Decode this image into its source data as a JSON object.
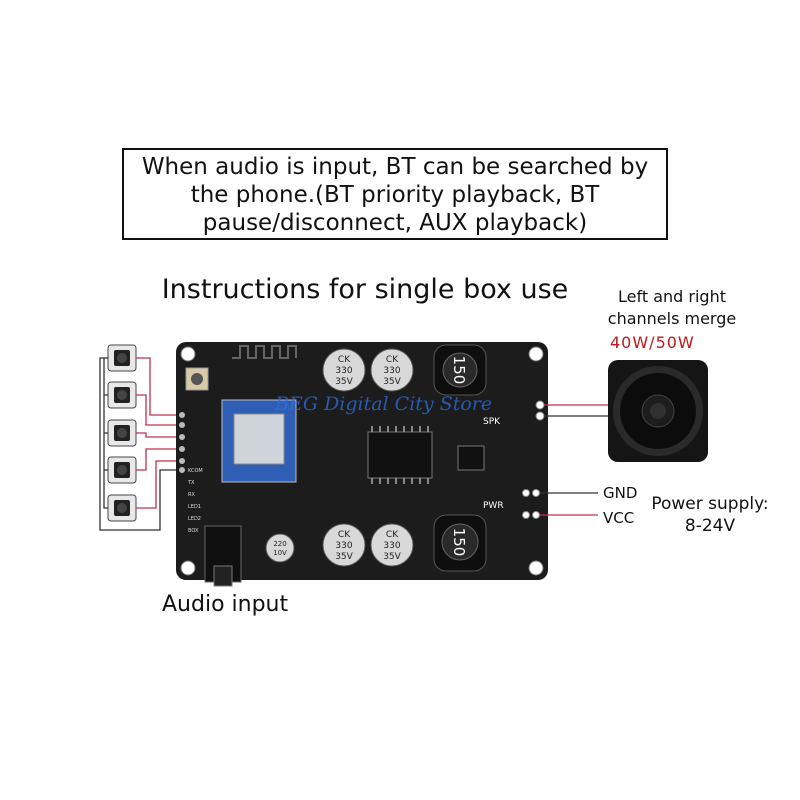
{
  "notice": {
    "line1": "When audio is input, BT can be searched by",
    "line2": "the phone.(BT priority playback, BT",
    "line3": "pause/disconnect, AUX playback)"
  },
  "title": "Instructions for single box use",
  "speaker": {
    "caption_line1": "Left and right",
    "caption_line2": "channels merge",
    "power_rating": "40W/50W"
  },
  "power": {
    "gnd_label": "GND",
    "vcc_label": "VCC",
    "supply_line1": "Power supply:",
    "supply_line2": "8-24V"
  },
  "audio_input_label": "Audio input",
  "watermark": "BEG Digital City Store",
  "board": {
    "spk_label": "SPK",
    "pwr_label": "PWR",
    "inductor_value": "150",
    "cap_text": [
      "CK",
      "330",
      "35V"
    ],
    "small_cap_text": [
      "220",
      "10V"
    ],
    "pin_labels": [
      "KCOM",
      "TX",
      "RX",
      "LED1",
      "LED2",
      "BOX"
    ]
  },
  "colors": {
    "board": "#1c1c1c",
    "wire_pink": "#c0304c",
    "wire_dark": "#333333",
    "rating_red": "#c0191b",
    "watermark_blue": "#2a6fe0"
  }
}
